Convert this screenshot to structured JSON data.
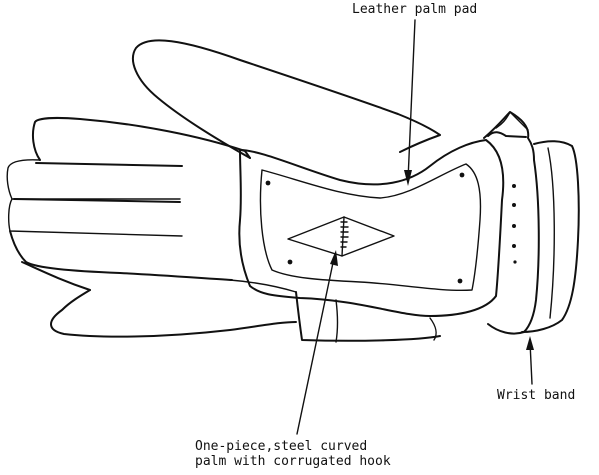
{
  "labels": {
    "leather_palm_pad": "Leather palm pad",
    "wrist_band": "Wrist band",
    "hook_line1": "One-piece,steel curved",
    "hook_line2": "palm with corrugated hook"
  },
  "colors": {
    "ink": "#111111",
    "background": "#ffffff"
  }
}
